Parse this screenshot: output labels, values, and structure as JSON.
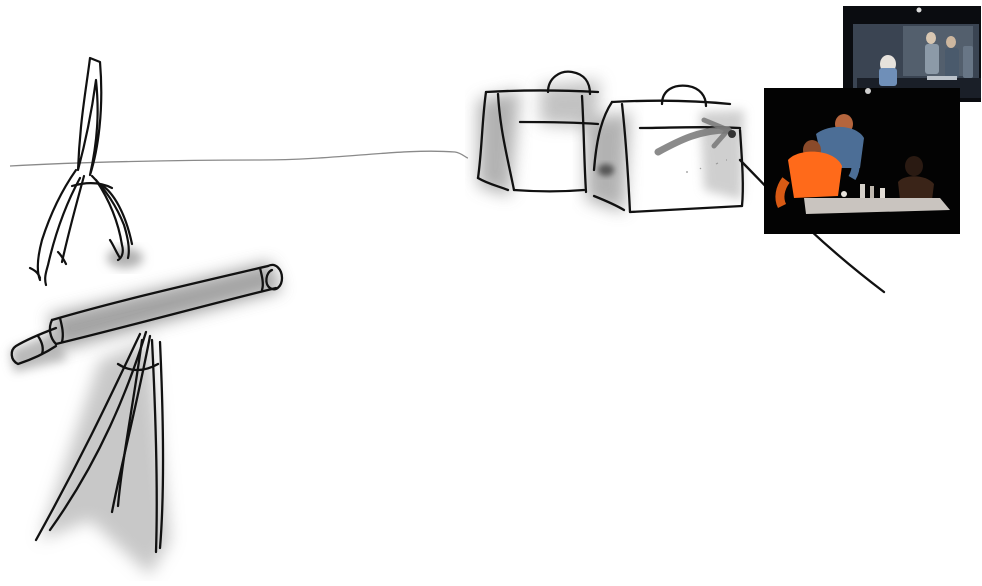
{
  "scene": {
    "kind": "hand-drawn-sketch",
    "elements": [
      "horizon-line",
      "far-tripod",
      "telescope",
      "boxes",
      "photo-thumbnails",
      "sight-line"
    ],
    "colors": {
      "ink": "#111111",
      "shadow": "#9a9a9a",
      "photo_bg": "#050505",
      "orange_shirt": "#ff6a1a"
    },
    "icons": [
      "tripod-icon",
      "telescope-icon",
      "box-icon",
      "photo-icon"
    ]
  }
}
